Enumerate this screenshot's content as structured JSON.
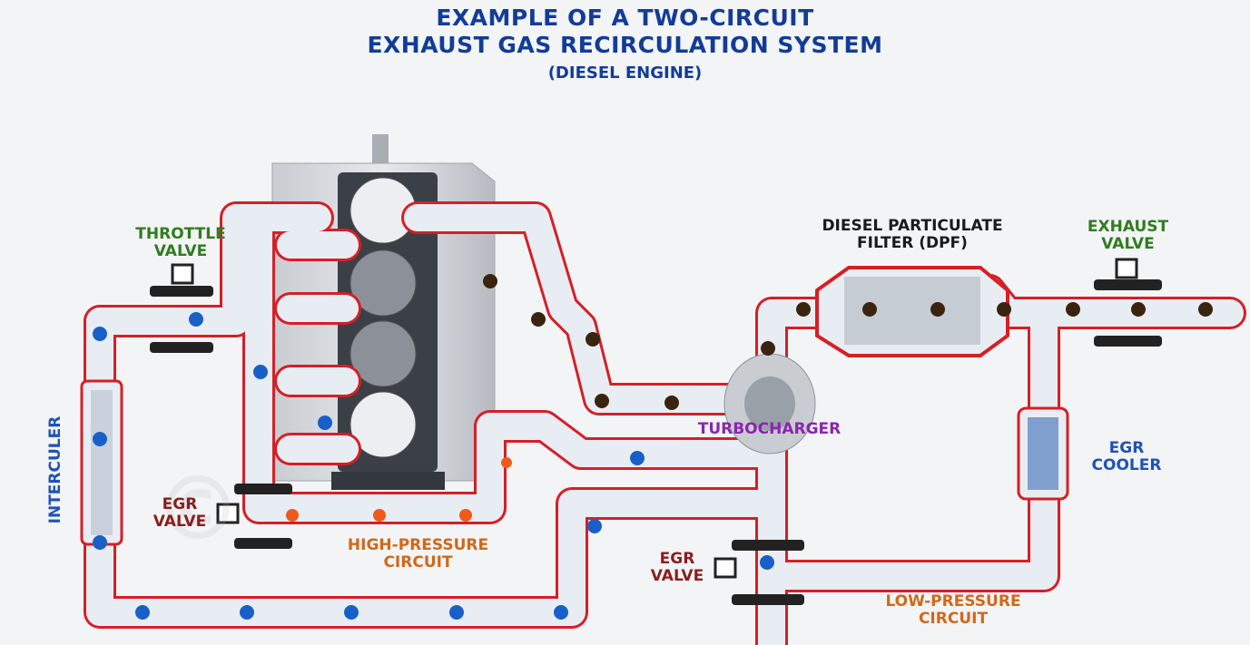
{
  "title": {
    "line1": "EXAMPLE OF A TWO-CIRCUIT",
    "line2": "EXHAUST GAS RECIRCULATION SYSTEM",
    "line3": "(DIESEL ENGINE)"
  },
  "labels": {
    "throttle_valve": [
      "THROTTLE",
      "VALVE"
    ],
    "interculer": "INTERCULER",
    "egr_valve_hp": [
      "EGR",
      "VALVE"
    ],
    "high_pressure_circuit": [
      "HIGH-PRESSURE",
      "CIRCUIT"
    ],
    "turbocharger": "TURBOCHARGER",
    "dpf": [
      "DIESEL PARTICULATE",
      "FILTER (DPF)"
    ],
    "exhaust_valve": [
      "EXHAUST",
      "VALVE"
    ],
    "egr_cooler": [
      "EGR",
      "COOLER"
    ],
    "egr_valve_lp": [
      "EGR",
      "VALVE"
    ],
    "low_pressure_circuit": [
      "LOW-PRESSURE",
      "CIRCUIT"
    ]
  },
  "colors": {
    "pipe_outline": "#d61f26",
    "pipe_fill": "#e8edf3",
    "fresh_air_dot": "#1860c8",
    "exhaust_dot": "#3a2410",
    "hp_egr_dot": "#ef5a1a",
    "title": "#123c97"
  }
}
